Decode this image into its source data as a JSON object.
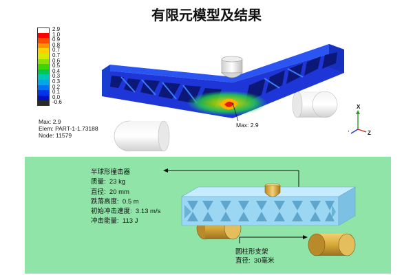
{
  "title": "有限元模型及结果",
  "legend": [
    {
      "label": "2.9",
      "color": "#ffffff"
    },
    {
      "label": "1.0",
      "color": "#ff0000"
    },
    {
      "label": "0.9",
      "color": "#ff4a00"
    },
    {
      "label": "0.8",
      "color": "#ff9400"
    },
    {
      "label": "0.7",
      "color": "#ffd000"
    },
    {
      "label": "0.7",
      "color": "#d8e800"
    },
    {
      "label": "0.6",
      "color": "#8ee000"
    },
    {
      "label": "0.5",
      "color": "#3fd400"
    },
    {
      "label": "0.4",
      "color": "#00c84a"
    },
    {
      "label": "0.3",
      "color": "#00c8b0"
    },
    {
      "label": "0.3",
      "color": "#00a8e8"
    },
    {
      "label": "0.2",
      "color": "#0070f0"
    },
    {
      "label": "0.1",
      "color": "#0036e8"
    },
    {
      "label": "0.0",
      "color": "#0012c0"
    },
    {
      "label": "-0.6",
      "color": "#2a2a2a"
    }
  ],
  "result_info": {
    "max": "Max: 2.9",
    "elem": "Elem: PART-1-1.73188",
    "node": "Node: 11579"
  },
  "max_callout": "Max: 2.9",
  "axes": {
    "x": "X",
    "y": "Y",
    "z": "Z"
  },
  "impactor_spec": {
    "name": "半球形撞击器",
    "rows": [
      "质量:  23 kg",
      "直径:  20 mm",
      "跌落高度:  0.5 m",
      "初始冲击速度:  3.13 m/s",
      "冲击能量:  113 J"
    ]
  },
  "support_spec": {
    "name": "圆柱形支架",
    "diameter": "直径:  30毫米"
  },
  "colors": {
    "beam": "#1f3fd8",
    "schematic_bg": "#90e4a8",
    "schematic_beam": "#9bd6f2",
    "support_gold": "#d8a838"
  }
}
